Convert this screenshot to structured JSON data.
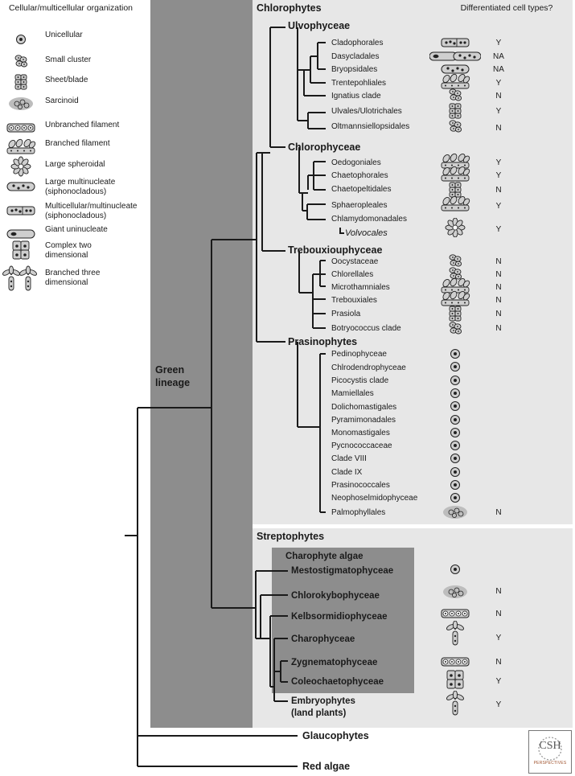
{
  "legend": {
    "title": "Cellular/multicellular organization",
    "items": [
      {
        "icon": "unicellular-icon",
        "label": "Unicellular"
      },
      {
        "icon": "small-cluster-icon",
        "label": "Small cluster"
      },
      {
        "icon": "sheet-blade-icon",
        "label": "Sheet/blade"
      },
      {
        "icon": "sarcinoid-icon",
        "label": "Sarcinoid"
      },
      {
        "icon": "unbranched-filament-icon",
        "label": "Unbranched filament"
      },
      {
        "icon": "branched-filament-icon",
        "label": "Branched filament"
      },
      {
        "icon": "large-spheroidal-icon",
        "label": "Large spheroidal"
      },
      {
        "icon": "large-multinucleate-icon",
        "label": "Large multinucleate (siphonocladous)"
      },
      {
        "icon": "multicellular-multinucleate-icon",
        "label": "Multicellular/multinucleate (siphonocladous)"
      },
      {
        "icon": "giant-uninucleate-icon",
        "label": "Giant uninucleate"
      },
      {
        "icon": "complex-two-dimensional-icon",
        "label": "Complex two dimensional"
      },
      {
        "icon": "branched-three-dimensional-icon",
        "label": "Branched three dimensional"
      }
    ]
  },
  "header": {
    "differentiated": "Differentiated cell types?"
  },
  "green_lineage": "Green\nlineage",
  "chlorophytes": {
    "title": "Chlorophytes",
    "classes": [
      {
        "name": "Ulvophyceae",
        "orders": [
          {
            "name": "Cladophorales",
            "icon": "multicellular-multinucleate-icon",
            "dct": "Y"
          },
          {
            "name": "Dasycladales",
            "icon": "giant-uninucleate-icon",
            "dct": "NA"
          },
          {
            "name": "Bryopsidales",
            "icon": "large-multinucleate-icon",
            "dct": "NA"
          },
          {
            "name": "Trentepohliales",
            "icon": "branched-filament-icon",
            "dct": "Y"
          },
          {
            "name": "Ignatius clade",
            "icon": "small-cluster-icon",
            "dct": "N"
          },
          {
            "name": "Ulvales/Ulotrichales",
            "icon": "sheet-blade-icon",
            "dct": "Y"
          },
          {
            "name": "Oltmannsiellopsidales",
            "icon": "small-cluster-icon",
            "dct": "N"
          }
        ]
      },
      {
        "name": "Chlorophyceae",
        "orders": [
          {
            "name": "Oedogoniales",
            "icon": "branched-filament-icon",
            "dct": "Y"
          },
          {
            "name": "Chaetophorales",
            "icon": "branched-filament-icon",
            "dct": "Y"
          },
          {
            "name": "Chaetopeltidales",
            "icon": "sheet-blade-icon",
            "dct": "N"
          },
          {
            "name": "Sphaeropleales",
            "icon": "branched-filament-icon",
            "dct": "Y"
          },
          {
            "name": "Chlamydomonadales",
            "icon": "",
            "dct": ""
          },
          {
            "name": "Volvocales",
            "icon": "large-spheroidal-icon",
            "dct": "Y"
          }
        ]
      },
      {
        "name": "Trebouxiouphyceae",
        "orders": [
          {
            "name": "Oocystaceae",
            "icon": "small-cluster-icon",
            "dct": "N"
          },
          {
            "name": "Chlorellales",
            "icon": "small-cluster-icon",
            "dct": "N"
          },
          {
            "name": "Microthamniales",
            "icon": "branched-filament-icon",
            "dct": "N"
          },
          {
            "name": "Trebouxiales",
            "icon": "branched-filament-icon",
            "dct": "N"
          },
          {
            "name": "Prasiola",
            "icon": "sheet-blade-icon",
            "dct": "N"
          },
          {
            "name": "Botryococcus clade",
            "icon": "small-cluster-icon",
            "dct": "N"
          }
        ]
      },
      {
        "name": "Prasinophytes",
        "orders": [
          {
            "name": "Pedinophyceae",
            "icon": "unicellular-icon",
            "dct": ""
          },
          {
            "name": "Chlrodendrophyceae",
            "icon": "unicellular-icon",
            "dct": ""
          },
          {
            "name": "Picocystis clade",
            "icon": "unicellular-icon",
            "dct": ""
          },
          {
            "name": "Mamiellales",
            "icon": "unicellular-icon",
            "dct": ""
          },
          {
            "name": "Dolichomastigales",
            "icon": "unicellular-icon",
            "dct": ""
          },
          {
            "name": "Pyramimonadales",
            "icon": "unicellular-icon",
            "dct": ""
          },
          {
            "name": "Monomastigales",
            "icon": "unicellular-icon",
            "dct": ""
          },
          {
            "name": "Pycnococcaceae",
            "icon": "unicellular-icon",
            "dct": ""
          },
          {
            "name": "Clade VIII",
            "icon": "unicellular-icon",
            "dct": ""
          },
          {
            "name": "Clade IX",
            "icon": "unicellular-icon",
            "dct": ""
          },
          {
            "name": "Prasinococcales",
            "icon": "unicellular-icon",
            "dct": ""
          },
          {
            "name": "Neophoselmidophyceae",
            "icon": "unicellular-icon",
            "dct": ""
          },
          {
            "name": "Palmophyllales",
            "icon": "sarcinoid-icon",
            "dct": "N"
          }
        ]
      }
    ]
  },
  "streptophytes": {
    "title": "Streptophytes",
    "charophyte_label": "Charophyte algae",
    "taxa": [
      {
        "name": "Mestostigmatophyceae",
        "icon": "unicellular-icon",
        "dct": ""
      },
      {
        "name": "Chlorokybophyceae",
        "icon": "sarcinoid-icon",
        "dct": "N"
      },
      {
        "name": "Kelbsormidiophyceae",
        "icon": "unbranched-filament-icon",
        "dct": "N"
      },
      {
        "name": "Charophyceae",
        "icon": "branched-three-dimensional-icon",
        "dct": "Y"
      },
      {
        "name": "Zygnematophyceae",
        "icon": "unbranched-filament-icon",
        "dct": "N"
      },
      {
        "name": "Coleochaetophyceae",
        "icon": "complex-two-dimensional-icon",
        "dct": "Y"
      },
      {
        "name": "Embryophytes\n(land plants)",
        "icon": "branched-three-dimensional-icon",
        "dct": "Y"
      }
    ]
  },
  "outgroups": [
    "Glaucophytes",
    "Red algae"
  ],
  "logo": {
    "big": "CSH",
    "small": "PERSPECTIVES"
  }
}
